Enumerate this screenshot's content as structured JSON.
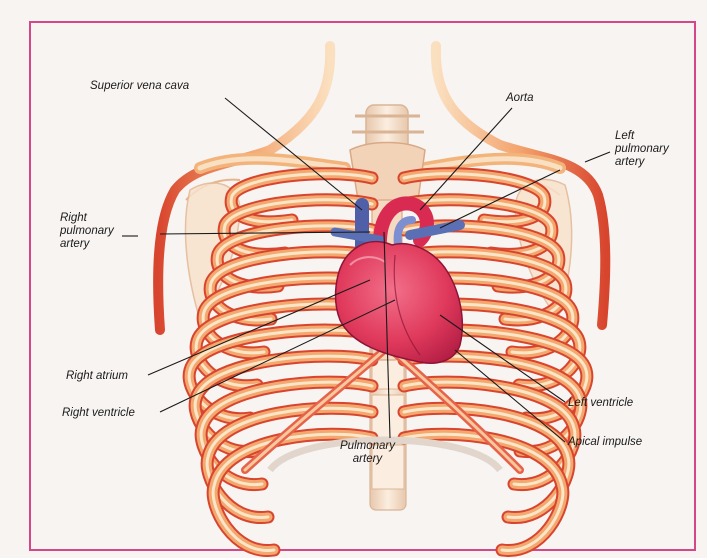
{
  "diagram": {
    "labels": {
      "superior_vena_cava": "Superior vena cava",
      "aorta": "Aorta",
      "left_pulmonary_artery": "Left\npulmonary\nartery",
      "right_pulmonary_artery": "Right\npulmonary\nartery",
      "right_atrium": "Right atrium",
      "right_ventricle": "Right ventricle",
      "left_ventricle": "Left ventricle",
      "apical_impulse": "Apical impulse",
      "pulmonary_artery": "Pulmonary\nartery"
    },
    "colors": {
      "frame": "#d4488a",
      "background": "#f7f4f2",
      "rib": "#f2a06a",
      "rib_shadow": "#d8452e",
      "bone_light": "#f5dcc4",
      "heart": "#e03a5c",
      "heart_dark": "#b51f45",
      "vessel_blue": "#5a6fb4"
    }
  }
}
